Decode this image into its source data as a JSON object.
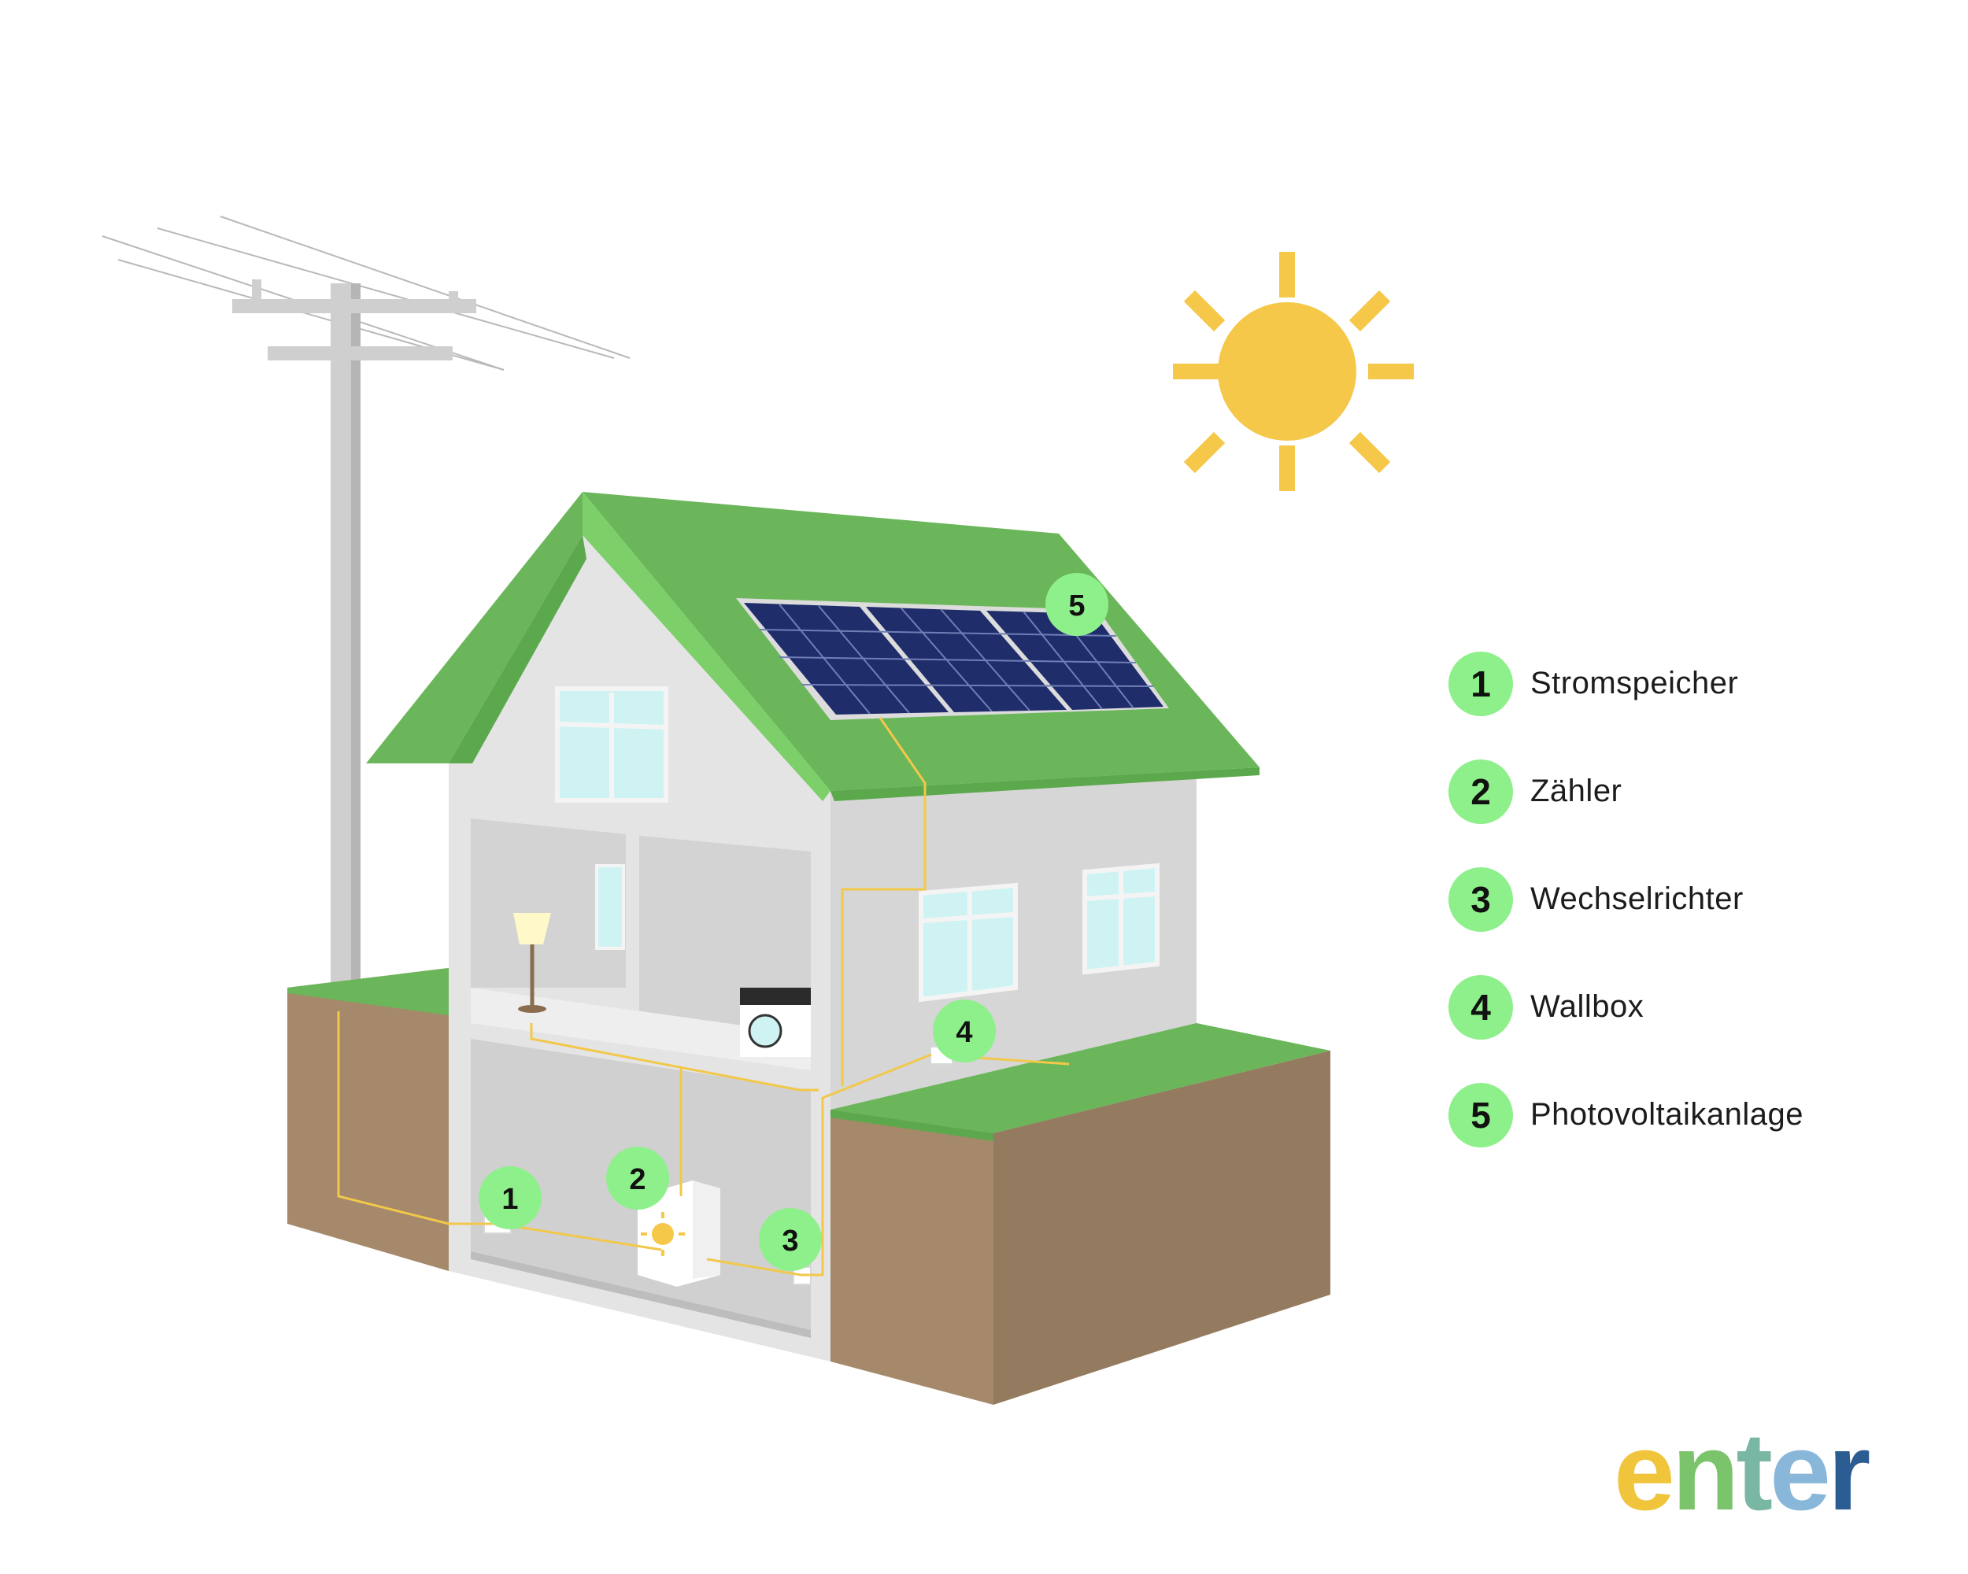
{
  "legend": [
    {
      "num": "1",
      "label": "Stromspeicher"
    },
    {
      "num": "2",
      "label": "Zähler"
    },
    {
      "num": "3",
      "label": "Wechselrichter"
    },
    {
      "num": "4",
      "label": "Wallbox"
    },
    {
      "num": "5",
      "label": "Photovoltaikanlage"
    }
  ],
  "markers": [
    "1",
    "2",
    "3",
    "4",
    "5"
  ],
  "logo": {
    "letters": [
      "e",
      "n",
      "t",
      "e",
      "r"
    ],
    "colors": [
      "#f0c53c",
      "#7cc46c",
      "#79b7a4",
      "#88b7d9",
      "#2b5d92"
    ]
  },
  "colors": {
    "roof_green": "#6bb65a",
    "grass_green": "#6bb65a",
    "earth_brown": "#a5896a",
    "sun_yellow": "#f5c84a",
    "wire_yellow": "#f2c84b",
    "marker_green": "#8ef08a",
    "panel_navy": "#1f2d6b"
  }
}
